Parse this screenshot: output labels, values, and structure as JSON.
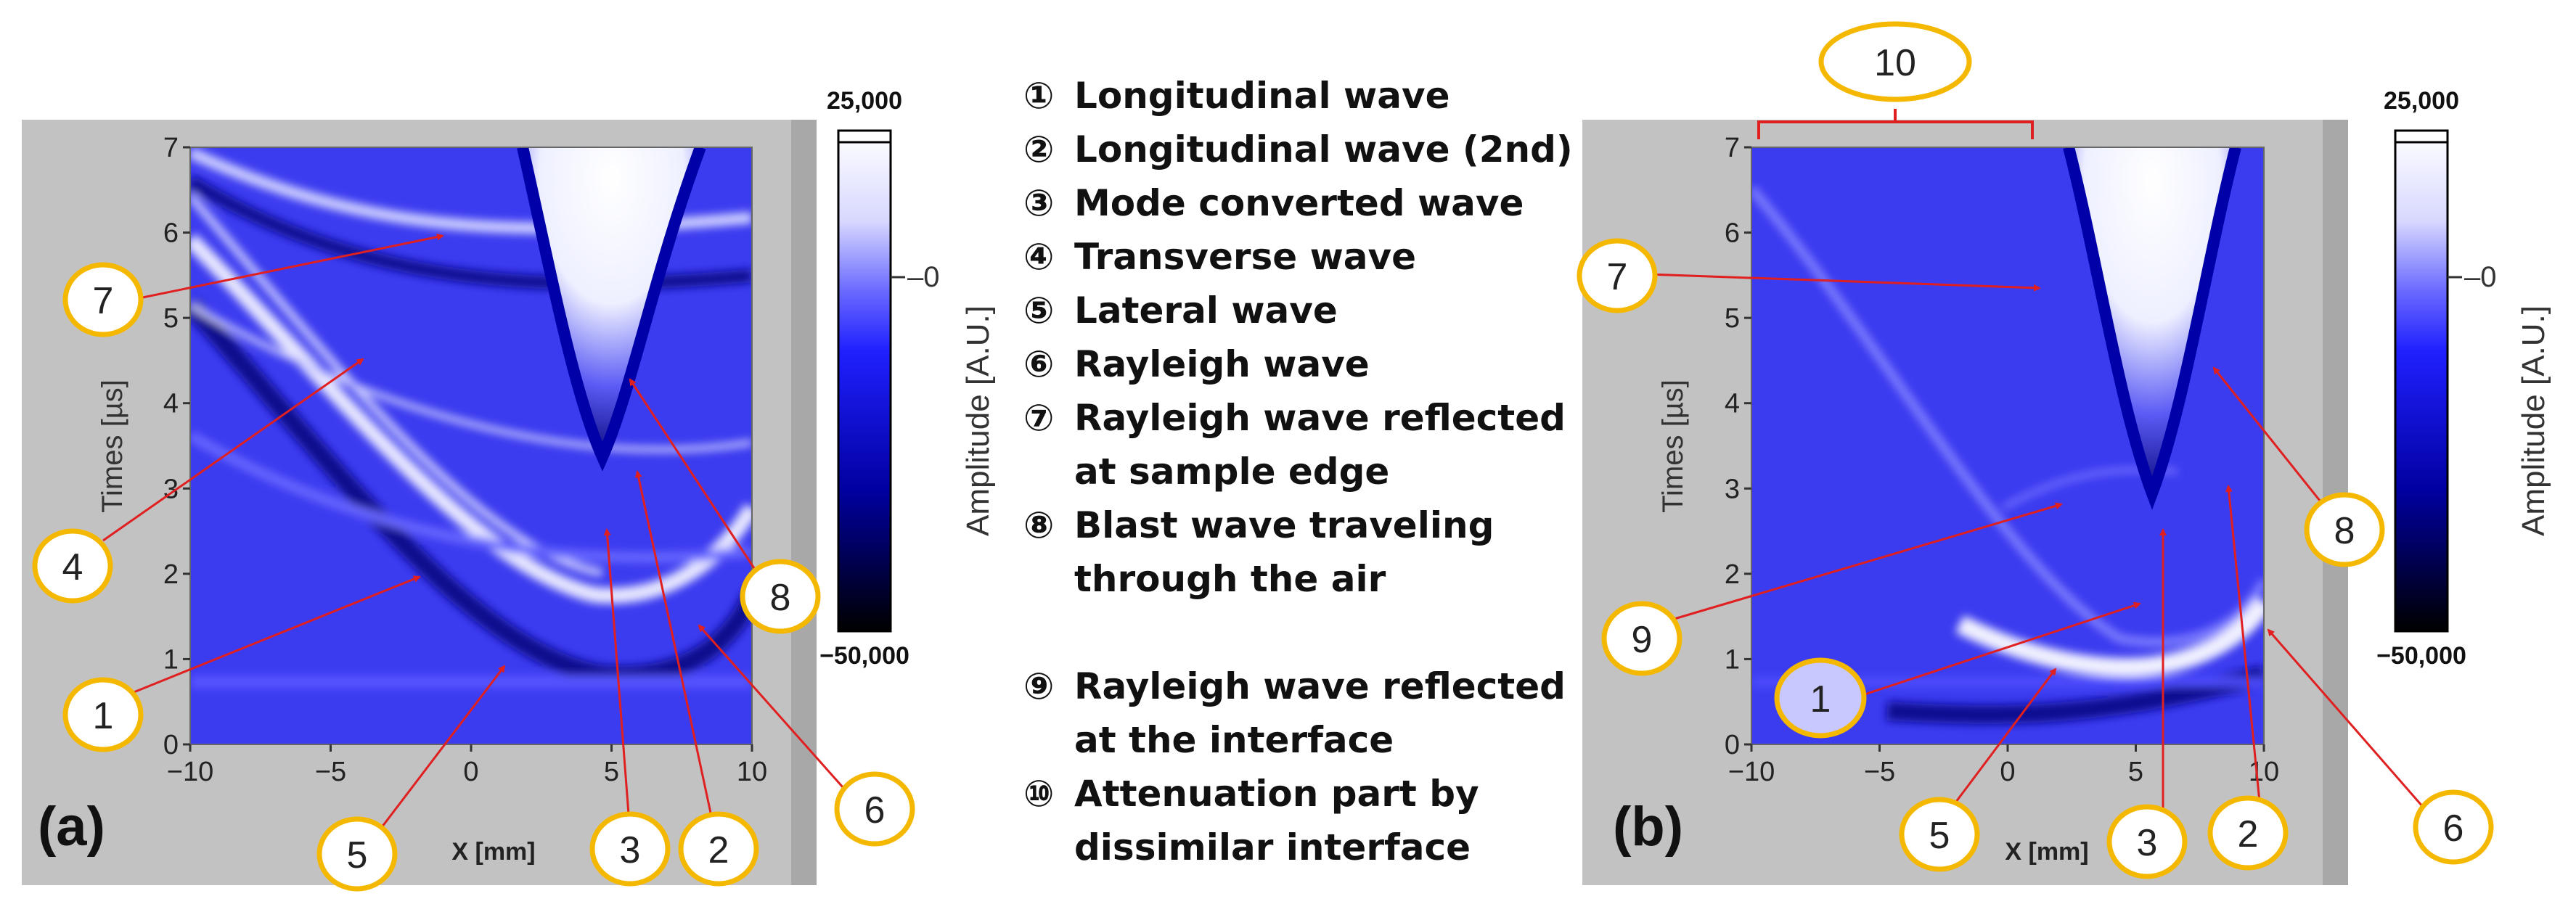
{
  "panels": [
    {
      "label": "(a)",
      "ylabel": "Times [µs]",
      "xlabel": "X [mm]",
      "x_ticks": [
        "−10",
        "−5",
        "0",
        "5",
        "10"
      ],
      "y_ticks": [
        "0",
        "1",
        "2",
        "3",
        "4",
        "5",
        "6",
        "7"
      ],
      "colorbar": {
        "label": "Amplitude [A.U.]",
        "max": "25,000",
        "mid": "0",
        "min": "−50,000"
      },
      "callouts": [
        "7",
        "4",
        "1",
        "5",
        "3",
        "2",
        "8",
        "6"
      ]
    },
    {
      "label": "(b)",
      "ylabel": "Times [µs]",
      "xlabel": "X [mm]",
      "x_ticks": [
        "−10",
        "−5",
        "0",
        "5",
        "10"
      ],
      "y_ticks": [
        "0",
        "1",
        "2",
        "3",
        "4",
        "5",
        "6",
        "7"
      ],
      "colorbar": {
        "label": "Amplitude [A.U.]",
        "max": "25,000",
        "mid": "0",
        "min": "−50,000"
      },
      "callouts": [
        "10",
        "7",
        "9",
        "1",
        "5",
        "3",
        "2",
        "8",
        "6"
      ]
    }
  ],
  "legend": [
    {
      "num": "①",
      "text": "Longitudinal wave"
    },
    {
      "num": "②",
      "text": "Longitudinal wave (2nd)"
    },
    {
      "num": "③",
      "text": "Mode converted wave"
    },
    {
      "num": "④",
      "text": "Transverse wave"
    },
    {
      "num": "⑤",
      "text": "Lateral wave"
    },
    {
      "num": "⑥",
      "text": "Rayleigh wave"
    },
    {
      "num": "⑦",
      "text": "Rayleigh wave reflected",
      "cont": "at sample edge"
    },
    {
      "num": "⑧",
      "text": "Blast wave traveling",
      "cont": "through the air"
    },
    {
      "num": "⑨",
      "text": "Rayleigh wave reflected",
      "cont": "at the interface"
    },
    {
      "num": "⑩",
      "text": "Attenuation part by",
      "cont": "dissimilar interface"
    }
  ],
  "colors": {
    "callout_ring": "#f5b800",
    "arrow": "#e02020",
    "frame": "#c2c2c2",
    "plot_bg": "#3b3bf0"
  },
  "chart_data": [
    {
      "type": "heatmap",
      "xlabel": "X [mm]",
      "ylabel": "Times [µs]",
      "xlim": [
        -10,
        10
      ],
      "ylim": [
        0,
        7
      ],
      "colorbar": {
        "label": "Amplitude [A.U.]",
        "range": [
          -50000,
          25000
        ]
      },
      "annotations": [
        "1",
        "2",
        "3",
        "4",
        "5",
        "6",
        "7",
        "8"
      ]
    },
    {
      "type": "heatmap",
      "xlabel": "X [mm]",
      "ylabel": "Times [µs]",
      "xlim": [
        -10,
        10
      ],
      "ylim": [
        0,
        7
      ],
      "colorbar": {
        "label": "Amplitude [A.U.]",
        "range": [
          -50000,
          25000
        ]
      },
      "annotations": [
        "1",
        "2",
        "3",
        "5",
        "6",
        "7",
        "8",
        "9",
        "10"
      ]
    }
  ]
}
